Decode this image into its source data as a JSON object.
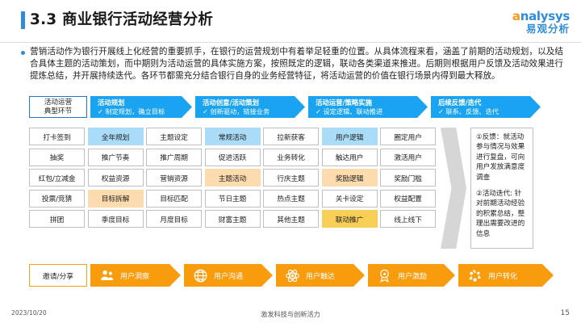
{
  "header": {
    "title": "3.3 商业银行活动经营分析",
    "logo_main": "analysys",
    "logo_main_first": "a",
    "logo_sub": "易观分析"
  },
  "intro": {
    "text": "营销活动作为银行开展线上化经营的重要抓手，在银行的运营规划中有着举足轻重的位置。从具体流程来看，涵盖了前期的活动规划，以及结合具体主题的活动策划，而中期则为活动运营的具体实施方案，按照既定的逻辑，联动各类渠道来推进。后期则根据用户反馈及活动效果进行提炼总结，并开展持续迭代。各环节都需充分结合银行自身的业务经营特征，将活动运营的价值在银行场景内得到最大释放。"
  },
  "phase_header": {
    "first_line1": "活动运营",
    "first_line2": "典型环节",
    "phases": [
      {
        "title": "活动规划",
        "sub": "✓ 制定规划，确立目标"
      },
      {
        "title": "活动创意/活动策划",
        "sub": "✓ 创新驱动，链接业务"
      },
      {
        "title": "活动运营/策略实施",
        "sub": "✓ 设定逻辑、联动推进"
      },
      {
        "title": "后续反馈/迭代",
        "sub": "✓ 联系、反馈、迭代"
      }
    ]
  },
  "grid": {
    "rows": [
      [
        {
          "label": "打卡签到",
          "style": "plain"
        },
        {
          "label": "全年规划",
          "style": "blue"
        },
        {
          "label": "主题设定",
          "style": "plain"
        },
        {
          "label": "常规活动",
          "style": "blue"
        },
        {
          "label": "拉新获客",
          "style": "plain"
        },
        {
          "label": "用户逻辑",
          "style": "blue"
        },
        {
          "label": "圈定用户",
          "style": "plain"
        }
      ],
      [
        {
          "label": "抽奖",
          "style": "plain"
        },
        {
          "label": "推广节奏",
          "style": "plain"
        },
        {
          "label": "推广周期",
          "style": "plain"
        },
        {
          "label": "促进活跃",
          "style": "plain"
        },
        {
          "label": "业务转化",
          "style": "plain"
        },
        {
          "label": "触达用户",
          "style": "plain"
        },
        {
          "label": "激活用户",
          "style": "plain"
        }
      ],
      [
        {
          "label": "红包/立减金",
          "style": "plain"
        },
        {
          "label": "权益资源",
          "style": "plain"
        },
        {
          "label": "营销资源",
          "style": "plain"
        },
        {
          "label": "主题活动",
          "style": "peach"
        },
        {
          "label": "行庆主题",
          "style": "plain"
        },
        {
          "label": "奖励逻辑",
          "style": "peach"
        },
        {
          "label": "奖励门槛",
          "style": "plain"
        }
      ],
      [
        {
          "label": "投票/竞猜",
          "style": "plain"
        },
        {
          "label": "目标拆解",
          "style": "peach"
        },
        {
          "label": "目标匹配",
          "style": "plain"
        },
        {
          "label": "节日主题",
          "style": "plain"
        },
        {
          "label": "热点主题",
          "style": "plain"
        },
        {
          "label": "关卡设定",
          "style": "plain"
        },
        {
          "label": "权益配置",
          "style": "plain"
        }
      ],
      [
        {
          "label": "拼团",
          "style": "plain"
        },
        {
          "label": "季度目标",
          "style": "plain"
        },
        {
          "label": "月度目标",
          "style": "plain"
        },
        {
          "label": "财富主题",
          "style": "plain"
        },
        {
          "label": "其他主题",
          "style": "plain"
        },
        {
          "label": "联动推广",
          "style": "gold"
        },
        {
          "label": "线上线下",
          "style": "plain"
        }
      ]
    ]
  },
  "feedback_panel": {
    "para1": "①反馈：就活动参与情况与效果进行复盘，可向用户发放满意度调查",
    "para2": "②活动迭代: 针对前期活动经验的积累总结，整理出需要改进的信息"
  },
  "bottom_band": {
    "first_label": "邀请/分享",
    "steps": [
      {
        "label": "用户洞察",
        "icon": "users-icon"
      },
      {
        "label": "用户沟通",
        "icon": "globe-icon"
      },
      {
        "label": "用户触达",
        "icon": "atom-icon"
      },
      {
        "label": "用户激励",
        "icon": "award-medal-icon"
      },
      {
        "label": "用户转化",
        "icon": "recycle-icon"
      }
    ]
  },
  "footer": {
    "date": "2023/10/20",
    "center": "激发科技与创新活力",
    "page": "15"
  },
  "colors": {
    "brand_blue": "#2e8ddb",
    "band_blue": "#1aa3f0",
    "cell_blue": "#aadcf7",
    "cell_peach": "#fcdcae",
    "cell_gold": "#f8cf56",
    "band_orange": "#f89c0e",
    "chevron_grey": "#d6d6d6"
  }
}
